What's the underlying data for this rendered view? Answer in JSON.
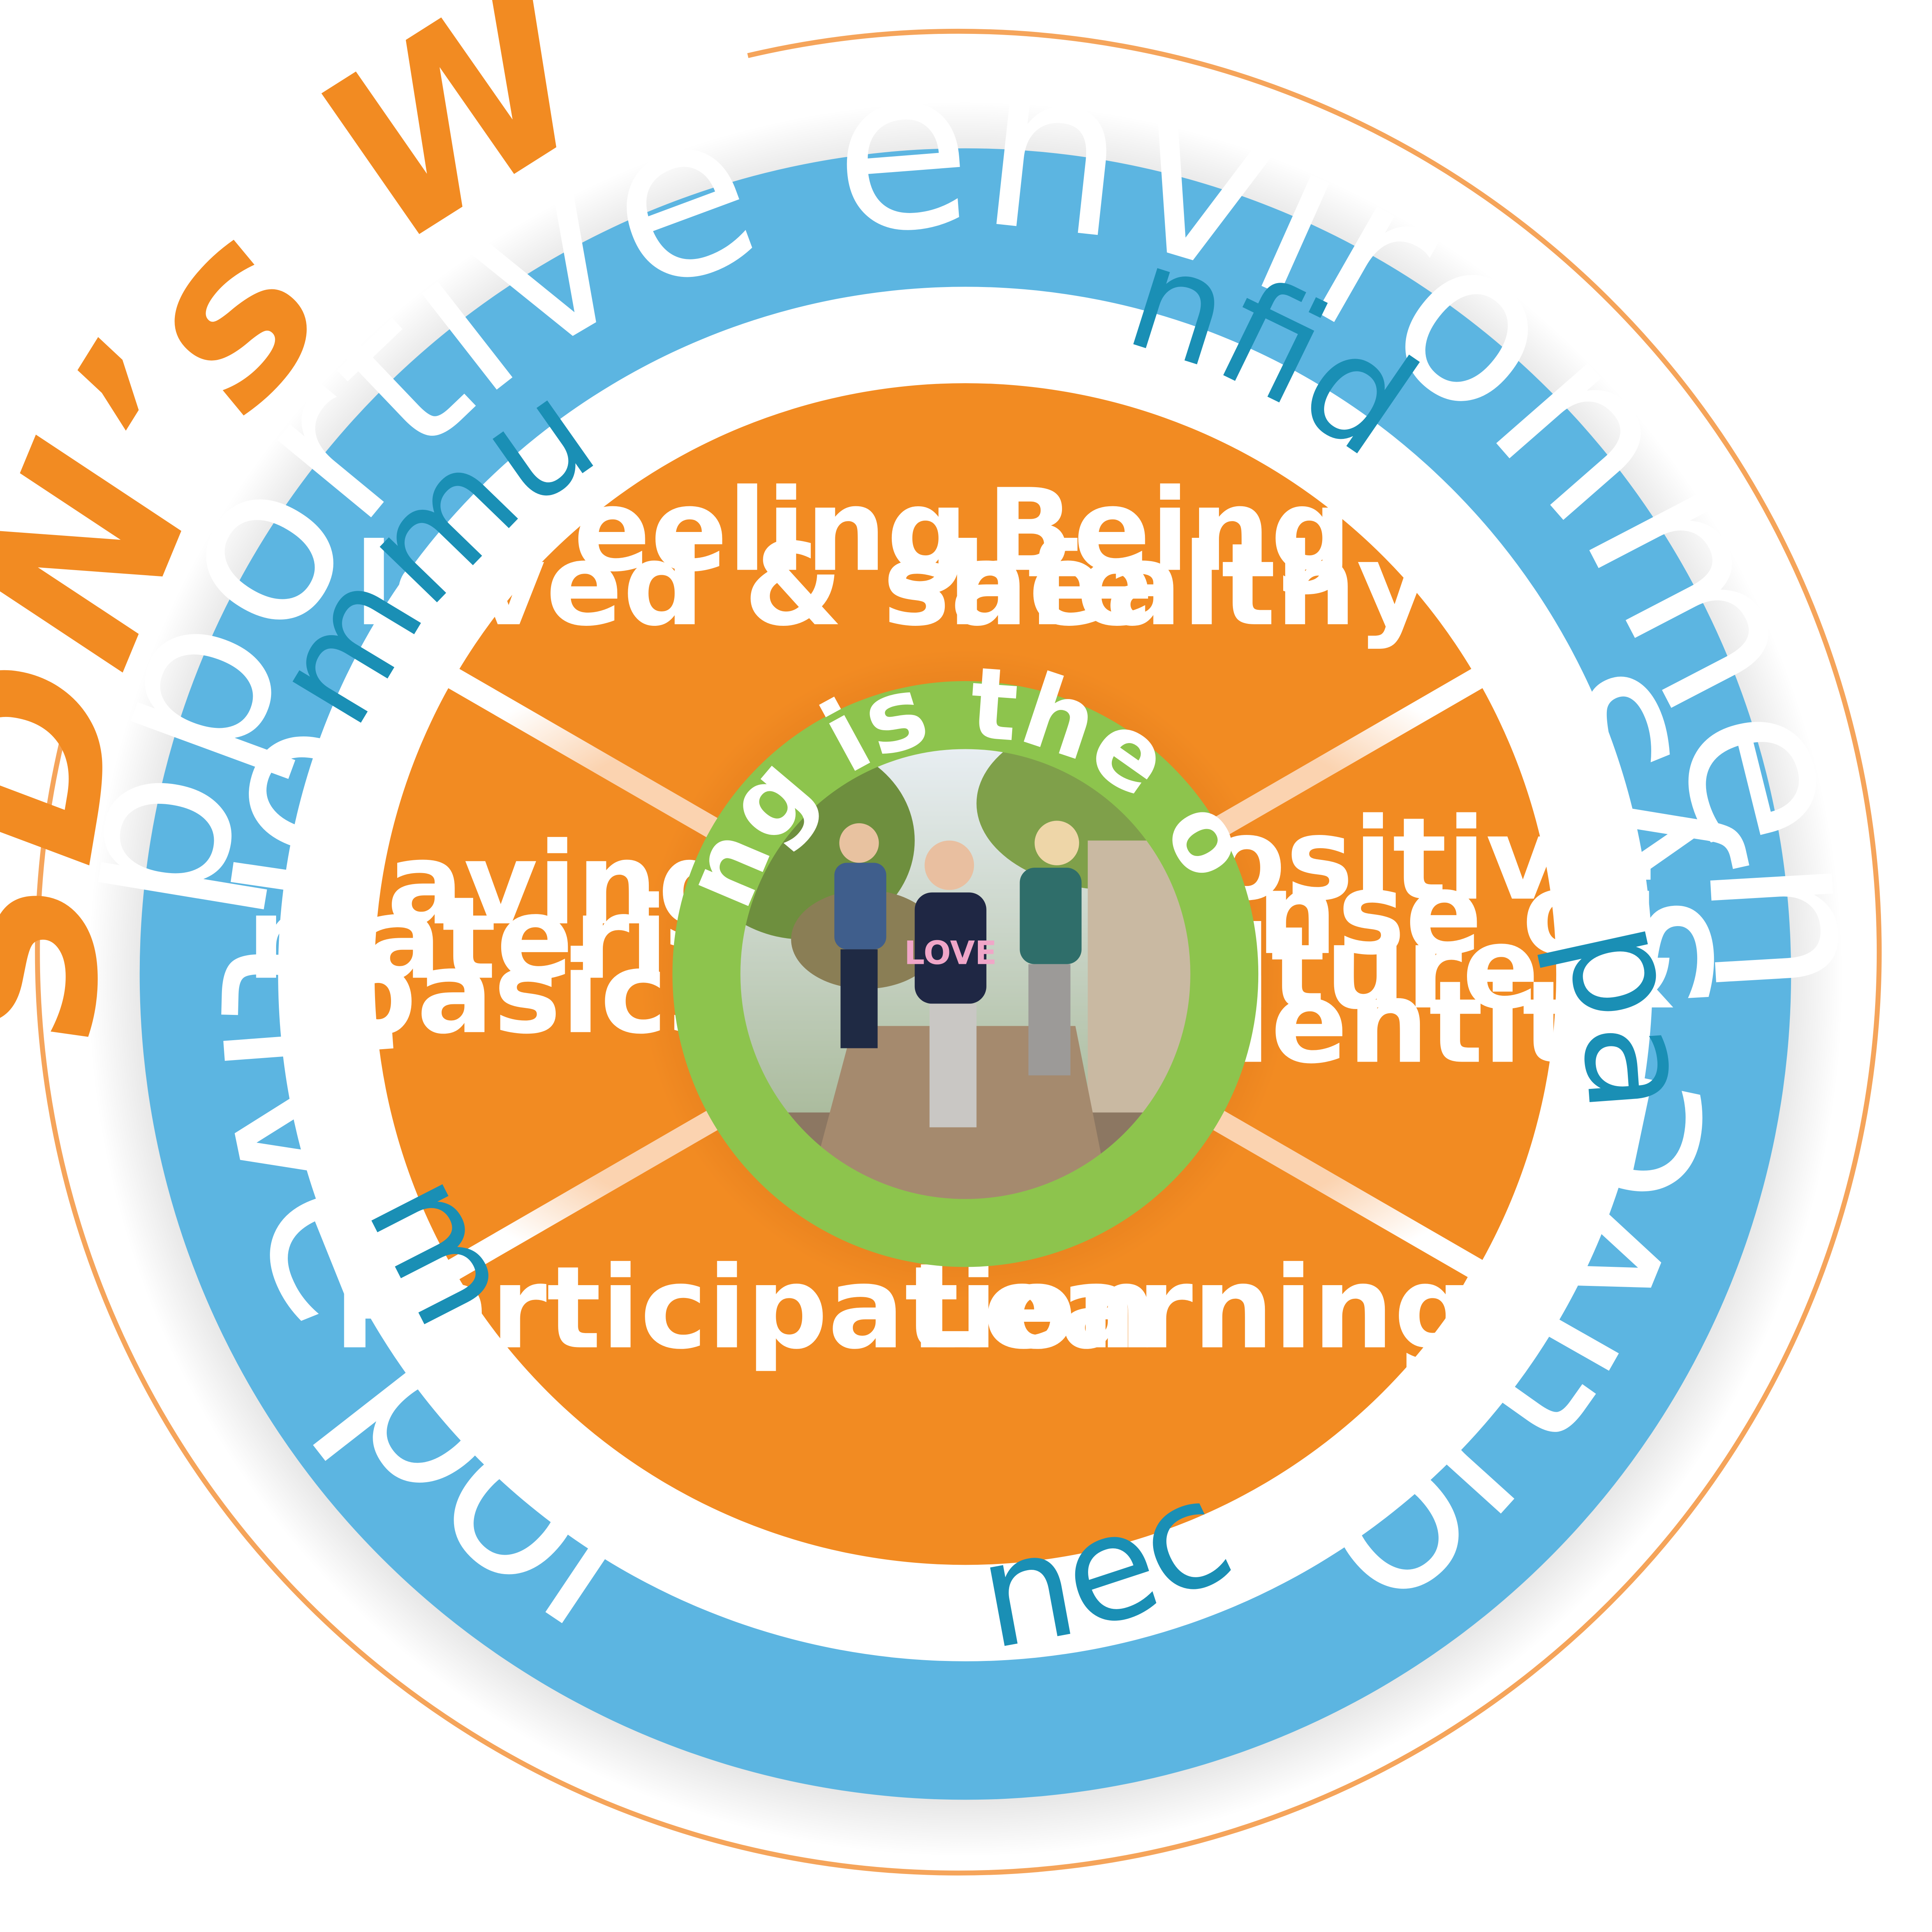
{
  "title": "SDN’s Wellbeing Wheel",
  "outer_ring": {
    "top": "Supportive environments",
    "left": "Supportive policies",
    "right": "Supportive systems"
  },
  "domains": {
    "community": "Community",
    "confident": "Confident",
    "capable": "Capable",
    "connected": "Connected",
    "family": "Family"
  },
  "segments": [
    {
      "key": "feeling",
      "lines": [
        "Feeling",
        "loved & safe"
      ]
    },
    {
      "key": "healthy",
      "lines": [
        "Being",
        "healthy"
      ]
    },
    {
      "key": "culture",
      "lines": [
        "Positive",
        "sense of",
        "culture &",
        "identity"
      ]
    },
    {
      "key": "learning",
      "lines": [
        "Learning"
      ]
    },
    {
      "key": "participation",
      "lines": [
        "Participation"
      ]
    },
    {
      "key": "material",
      "lines": [
        "Having",
        "material",
        "basics"
      ]
    }
  ],
  "center": {
    "caption": "Wellbeing is the outcome",
    "photo": "children-running-photo"
  },
  "colors": {
    "orange": "#F28B22",
    "blue": "#5CB5E1",
    "green": "#8DC44D",
    "teal": "#1A8FB5",
    "white": "#FFFFFF"
  }
}
